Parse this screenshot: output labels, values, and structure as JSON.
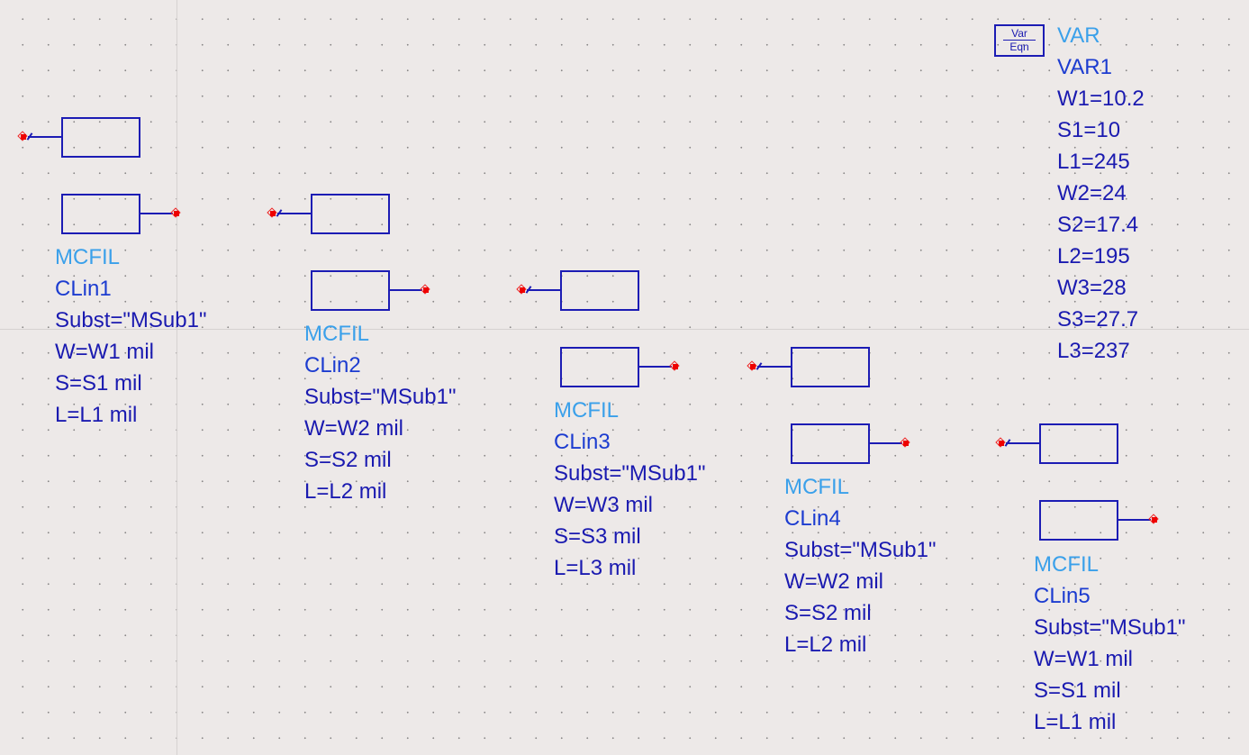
{
  "var_block": {
    "icon_line1": "Var",
    "icon_line2": "Eqn",
    "type": "VAR",
    "name": "VAR1",
    "lines": [
      "W1=10.2",
      "S1=10",
      "L1=245",
      "W2=24",
      "S2=17.4",
      "L2=195",
      "W3=28",
      "S3=27.7",
      "L3=237"
    ]
  },
  "components": [
    {
      "type": "MCFIL",
      "name": "CLin1",
      "subst": "Subst=\"MSub1\"",
      "w": "W=W1 mil",
      "s": "S=S1 mil",
      "l": "L=L1 mil"
    },
    {
      "type": "MCFIL",
      "name": "CLin2",
      "subst": "Subst=\"MSub1\"",
      "w": "W=W2 mil",
      "s": "S=S2 mil",
      "l": "L=L2 mil"
    },
    {
      "type": "MCFIL",
      "name": "CLin3",
      "subst": "Subst=\"MSub1\"",
      "w": "W=W3 mil",
      "s": "S=S3 mil",
      "l": "L=L3 mil"
    },
    {
      "type": "MCFIL",
      "name": "CLin4",
      "subst": "Subst=\"MSub1\"",
      "w": "W=W2 mil",
      "s": "S=S2 mil",
      "l": "L=L2 mil"
    },
    {
      "type": "MCFIL",
      "name": "CLin5",
      "subst": "Subst=\"MSub1\"",
      "w": "W=W1 mil",
      "s": "S=S1 mil",
      "l": "L=L1 mil"
    }
  ],
  "colors": {
    "wire": "#1c1cb4",
    "pin": "#ee0000",
    "type_label": "#3aa0ea",
    "param_label": "#1a1ab0",
    "background": "#ede9e8"
  }
}
